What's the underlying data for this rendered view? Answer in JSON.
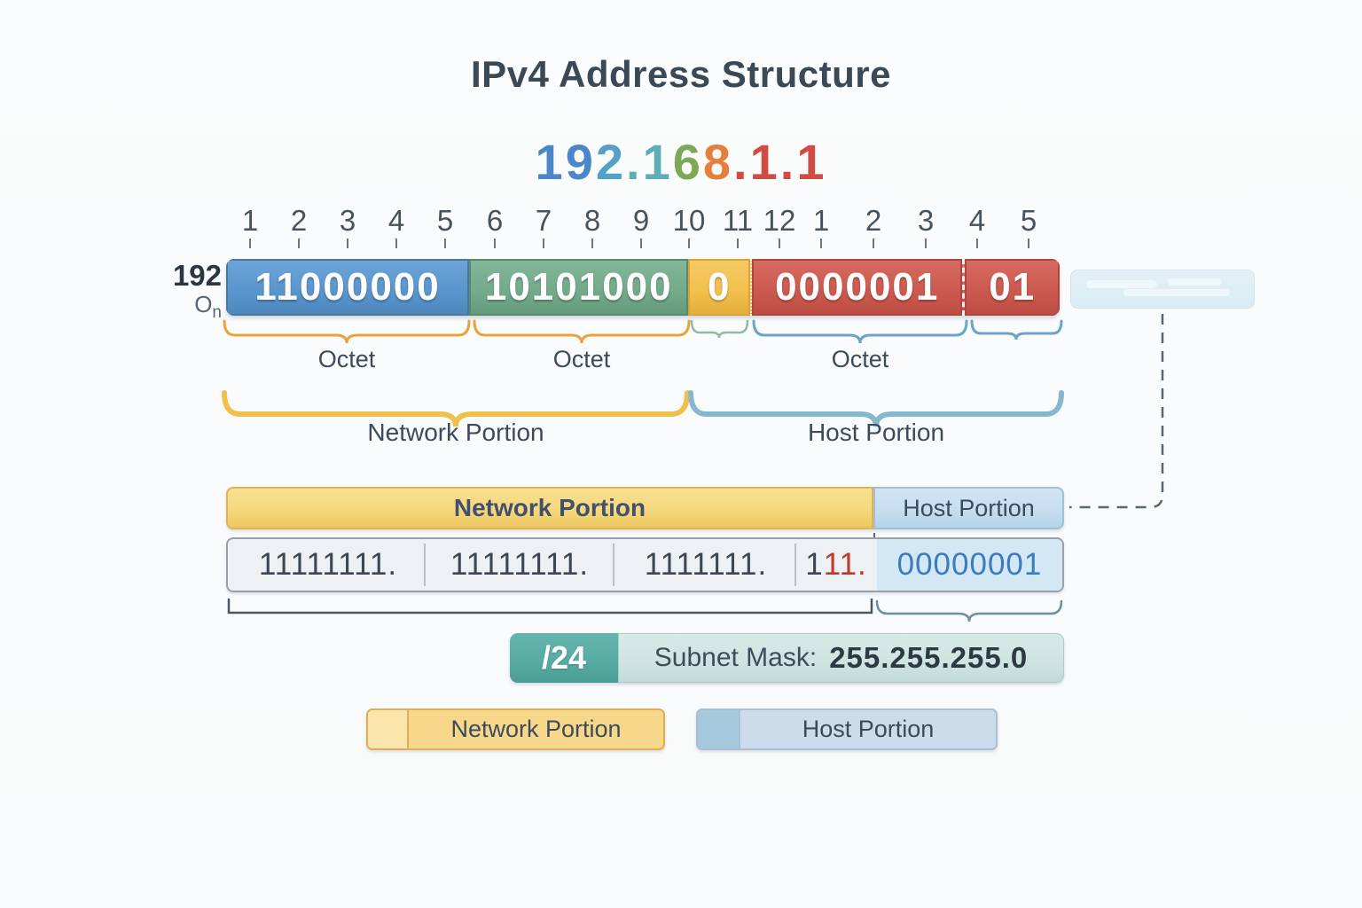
{
  "title": "IPv4 Address Structure",
  "ip_address": {
    "full": "192.168.1.1",
    "segments": [
      {
        "text": "1",
        "color": "#4a86c8"
      },
      {
        "text": "9",
        "color": "#4a86c8"
      },
      {
        "text": "2",
        "color": "#55a0c8"
      },
      {
        "text": ".",
        "color": "#5fadb8"
      },
      {
        "text": "1",
        "color": "#5fadb8"
      },
      {
        "text": "6",
        "color": "#7fa854"
      },
      {
        "text": "8",
        "color": "#e5803c"
      },
      {
        "text": ".",
        "color": "#cf4c42"
      },
      {
        "text": "1",
        "color": "#cf4c42"
      },
      {
        "text": ".",
        "color": "#cf4c42"
      },
      {
        "text": "1",
        "color": "#cf4c42"
      }
    ]
  },
  "bit_ruler": {
    "labels": [
      "1",
      "2",
      "3",
      "4",
      "5",
      "6",
      "7",
      "8",
      "9",
      "10",
      "11",
      "12",
      "1",
      "2",
      "3",
      "4",
      "5"
    ]
  },
  "row_label": {
    "value": "192",
    "sub_base": "O",
    "sub_script": "n"
  },
  "binary_bar": {
    "octet1": "11000000",
    "octet2": "10101000",
    "yellow_bit": "0",
    "host_bits_a": "0000001",
    "host_bits_b": "01"
  },
  "octet_braces": {
    "octet1_label": "Octet",
    "octet2_label": "Octet",
    "octet3_label": "Octet"
  },
  "portions": {
    "network_label": "Network Portion",
    "host_label": "Host Portion"
  },
  "mask_bar": {
    "network_label": "Network Portion",
    "host_label": "Host Portion"
  },
  "mask_binary": {
    "group1": "11111111.",
    "group2": "11111111.",
    "group3": "1111111.",
    "group4_dark": "1",
    "group4_red": "11.",
    "host_bits": "00000001"
  },
  "subnet": {
    "prefix": "/24",
    "label": "Subnet Mask:",
    "value": "255.255.255.0"
  },
  "legend": {
    "network_label": "Network Portion",
    "host_label": "Host Portion"
  },
  "colors": {
    "title_text": "#3b4856",
    "octet_blue": "#5a96cd",
    "octet_green": "#74ab8c",
    "octet_yellow": "#f2c14e",
    "octet_red": "#cd5a50",
    "brace_orange": "#e8a33d",
    "brace_green": "#8fbc9e",
    "brace_blue": "#6aa4c8",
    "network_bar_yellow": "#f6d87c",
    "host_bar_blue": "#c5def0",
    "subnet_teal": "#58aca4",
    "mask_red_bits": "#c0392b",
    "mask_blue_bits": "#3a7cbf"
  }
}
